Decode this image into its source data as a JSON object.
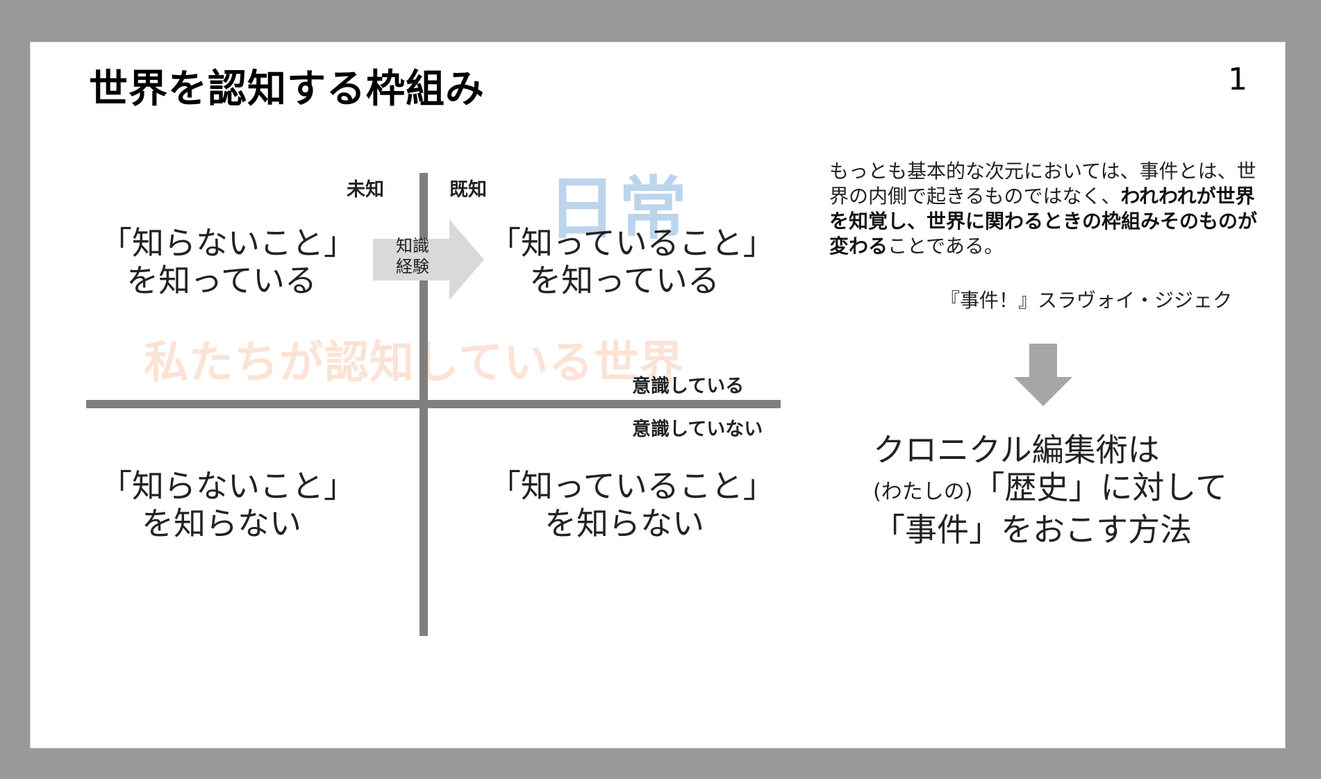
{
  "slide": {
    "title": "世界を認知する枠組み",
    "page_number": "1"
  },
  "axes": {
    "unknown": "未知",
    "known": "既知",
    "conscious": "意識している",
    "unconscious": "意識していない"
  },
  "watermarks": {
    "daily": "日常",
    "world": "私たちが認知している世界"
  },
  "arrow": {
    "line1": "知識",
    "line2": "経験"
  },
  "quadrants": {
    "top_left": {
      "line1": "「知らないこと」",
      "line2": "を知っている"
    },
    "top_right": {
      "line1": "「知っていること」",
      "line2": "を知っている"
    },
    "bottom_left": {
      "line1": "「知らないこと」",
      "line2": "を知らない"
    },
    "bottom_right": {
      "line1": "「知っていること」",
      "line2": "を知らない"
    }
  },
  "quote": {
    "part1": "もっとも基本的な次元においては、事件とは、世界の内側で起きるものではなく、",
    "bold": "われわれが世界を知覚し、世界に関わるときの枠組みそのものが変わる",
    "part2": "ことである。",
    "source": "『事件！』スラヴォイ・ジジェク"
  },
  "conclusion": {
    "line1": "クロニクル編集術は",
    "line2_paren": "(わたしの)",
    "line2_rest": "「歴史」に対して",
    "line3": "「事件」をおこす方法"
  },
  "colors": {
    "axis": "#7f7f7f",
    "arrow_fill": "#d9d9d9",
    "down_arrow": "#a6a6a6",
    "daily_watermark": "#bcd5ec",
    "world_watermark": "#fbe3d5"
  }
}
